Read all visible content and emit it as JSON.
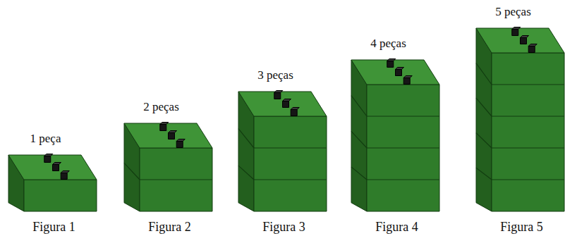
{
  "diagram": {
    "labels": [
      "1 peça",
      "Figura 1",
      "2 peças",
      "Figura 2",
      "3 peças",
      "Figura 3",
      "4 peças",
      "Figura 4",
      "5 peças",
      "Figura 5"
    ]
  }
}
